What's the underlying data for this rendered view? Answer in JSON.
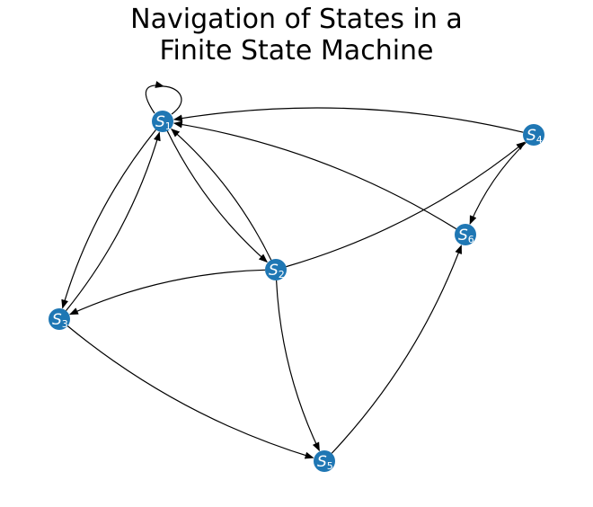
{
  "title": {
    "line1": "Navigation of States in a",
    "line2": "Finite State Machine"
  },
  "colors": {
    "node_fill": "#1f77b4",
    "edge": "#000000",
    "label": "#ffffff"
  },
  "nodes": [
    {
      "id": "S1",
      "label": "S",
      "sub": "1"
    },
    {
      "id": "S2",
      "label": "S",
      "sub": "2"
    },
    {
      "id": "S3",
      "label": "S",
      "sub": "3"
    },
    {
      "id": "S4",
      "label": "S",
      "sub": "4"
    },
    {
      "id": "S5",
      "label": "S",
      "sub": "5"
    },
    {
      "id": "S6",
      "label": "S",
      "sub": "6"
    }
  ],
  "edges": [
    {
      "from": "S1",
      "to": "S1"
    },
    {
      "from": "S1",
      "to": "S2"
    },
    {
      "from": "S2",
      "to": "S1"
    },
    {
      "from": "S1",
      "to": "S3"
    },
    {
      "from": "S3",
      "to": "S1"
    },
    {
      "from": "S4",
      "to": "S1"
    },
    {
      "from": "S6",
      "to": "S1"
    },
    {
      "from": "S2",
      "to": "S3"
    },
    {
      "from": "S2",
      "to": "S4"
    },
    {
      "from": "S2",
      "to": "S5"
    },
    {
      "from": "S3",
      "to": "S5"
    },
    {
      "from": "S5",
      "to": "S6"
    },
    {
      "from": "S4",
      "to": "S6"
    }
  ]
}
